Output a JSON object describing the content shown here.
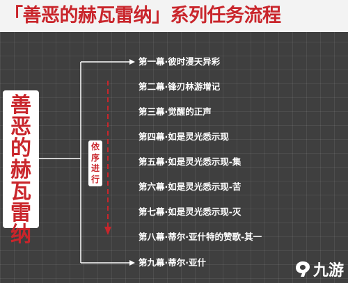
{
  "title": "「善恶的赫瓦雷纳」系列任务流程",
  "root_label": "善恶的赫瓦雷纳",
  "order_label": "依序进行",
  "steps": [
    "第一幕·彼时漫天异彩",
    "第二幕·锋刃林游增记",
    "第三幕·觉醒的正声",
    "第四幕·如是灵光悉示现",
    "第五幕·如是灵光悉示现-集",
    "第六幕·如是灵光悉示现-苦",
    "第七幕·如是灵光悉示现-灭",
    "第八幕·蒂尔·亚什特的赞歌-其一",
    "第九幕·蒂尔·亚什"
  ],
  "watermark": "九游",
  "colors": {
    "accent_red": "#c9252b",
    "background": "#3f3f3f",
    "line": "#ffffff"
  }
}
